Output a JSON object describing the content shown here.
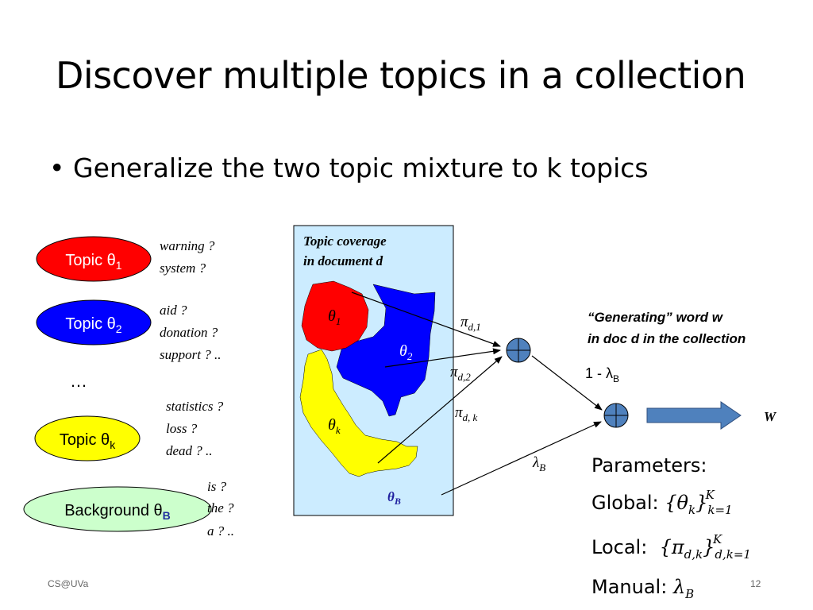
{
  "slide": {
    "title": "Discover multiple topics in a collection",
    "bullet": "Generalize the two topic mixture to k topics",
    "footer_left": "CS@UVa",
    "page_number": "12"
  },
  "topics": [
    {
      "label": "Topic θ",
      "sub": "1",
      "words": [
        "warning  ?",
        "system  ?"
      ]
    },
    {
      "label": "Topic θ",
      "sub": "2",
      "words": [
        "aid  ?",
        "donation  ?",
        "support  ?  .."
      ]
    },
    {
      "label": "Topic θ",
      "sub": "k",
      "words": [
        "statistics  ?",
        "loss  ?",
        "dead  ?  .."
      ]
    },
    {
      "label": "Background θ",
      "sub": "B",
      "words": [
        "is  ?",
        "the  ?",
        "a  ?  .."
      ]
    }
  ],
  "ellipsis": "…",
  "coverage": {
    "title_line1": "Topic coverage",
    "title_line2": "in document d",
    "blobs": [
      {
        "symbol": "θ",
        "sub": "1"
      },
      {
        "symbol": "θ",
        "sub": "2"
      },
      {
        "symbol": "θ",
        "sub": "k"
      },
      {
        "symbol": "θ",
        "sub": "B"
      }
    ]
  },
  "weights": {
    "pi_d1": "d,1",
    "pi_d2": "d,2",
    "pi_dk": "d, k",
    "lambda_B": "B",
    "one_minus_lambda": "1 - λ"
  },
  "generating": {
    "line1": "“Generating” word w",
    "line2": "in doc d in the collection",
    "output": "W"
  },
  "parameters": {
    "heading": "Parameters:",
    "global_label": "Global: ",
    "local_label": "Local:  ",
    "manual_label": "Manual: "
  },
  "colors": {
    "topic1": "#ff0000",
    "topic2": "#0000ff",
    "topick": "#ffff00",
    "background": "#ccffcc",
    "coverage_box": "#ccecff",
    "arrow_fill": "#4f81bd"
  }
}
